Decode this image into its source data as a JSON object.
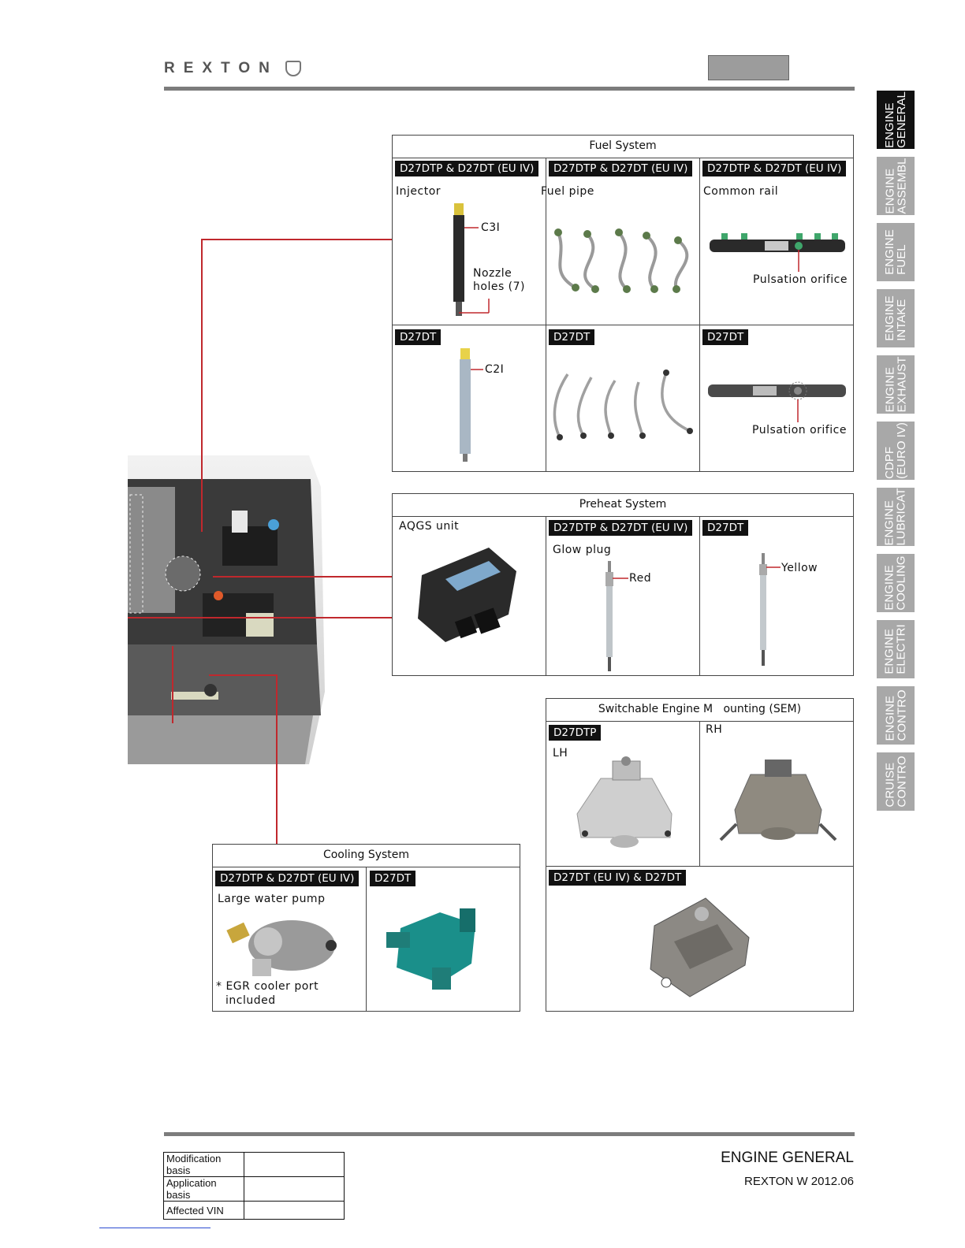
{
  "header": {
    "logo_text": "REXTON"
  },
  "side_tabs": [
    "ENGINE\nGENERAL",
    "ENGINE\nASSEMBL",
    "ENGINE\nFUEL",
    "ENGINE\nINTAKE",
    "ENGINE\nEXHAUST",
    "CDPF\n(EURO IV)",
    "ENGINE\nLUBRICAT",
    "ENGINE\nCOOLING",
    "ENGINE\nELECTRI",
    "ENGINE\nCONTRO",
    "CRUISE\nCONTRO"
  ],
  "fuel": {
    "title": "Fuel System",
    "tag_euiv": "D27DTP & D27DT (EU IV)",
    "tag_d27dt": "D27DT",
    "injector": "Injector",
    "c3i": "C3I",
    "nozzle": "Nozzle",
    "holes": "holes (7)",
    "fuel_pipe": "Fuel pipe",
    "common_rail": "Common rail",
    "pulsation": "Pulsation orifice",
    "c2i": "C2I"
  },
  "preheat": {
    "title": "Preheat System",
    "aqgs": "AQGS unit",
    "tag_euiv": "D27DTP & D27DT (EU IV)",
    "tag_d27dt": "D27DT",
    "glow": "Glow plug",
    "red": "Red",
    "yellow": "Yellow"
  },
  "sem": {
    "title": "Switchable Engine M   ounting (SEM)",
    "tag_d27dtp": "D27DTP",
    "lh": "LH",
    "rh": "RH",
    "tag_bottom": "D27DT (EU IV) & D27DT"
  },
  "cooling": {
    "title": "Cooling System",
    "tag_euiv": "D27DTP & D27DT (EU IV)",
    "tag_d27dt": "D27DT",
    "pump": "Large water pump",
    "egr1": "* EGR cooler port",
    "egr2": "included"
  },
  "footer": {
    "rows": [
      "Modification basis",
      "Application basis",
      "Affected VIN"
    ],
    "title": "ENGINE GENERAL",
    "subtitle": "REXTON W 2012.06"
  },
  "colors": {
    "callout_line": "#c0282d",
    "tab_inactive": "#a8a8a8",
    "tab_active": "#111111",
    "sem_casting": "#c9c9c9",
    "cooling_module": "#1a8f8a"
  }
}
